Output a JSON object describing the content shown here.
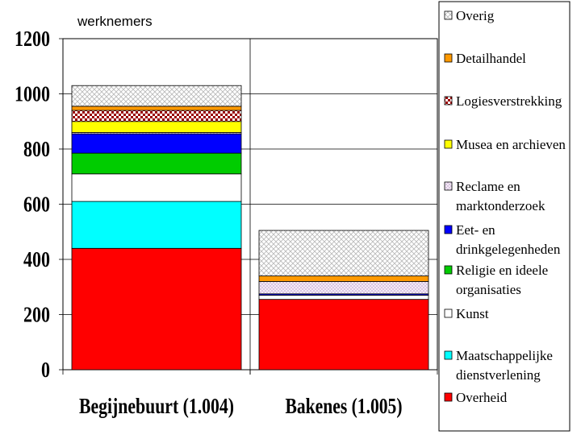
{
  "chart_data": {
    "type": "bar",
    "stacked": true,
    "ylabel": "werknemers",
    "ylim": [
      0,
      1200
    ],
    "yticks": [
      0,
      200,
      400,
      600,
      800,
      1000,
      1200
    ],
    "grid": true,
    "legend_position": "right",
    "categories": [
      "Begijnebuurt (1.004)",
      "Bakenes (1.005)"
    ],
    "series": [
      {
        "name": "Overheid",
        "color": "#ff0000",
        "pattern": "solid",
        "values": [
          440,
          255
        ]
      },
      {
        "name": "Maatschappelijke dienstverlening",
        "color": "#00ffff",
        "pattern": "solid",
        "values": [
          170,
          0
        ]
      },
      {
        "name": "Kunst",
        "color": "#ffffff",
        "pattern": "solid",
        "values": [
          100,
          15
        ]
      },
      {
        "name": "Religie en ideele organisaties",
        "color": "#00cc00",
        "pattern": "solid",
        "values": [
          75,
          0
        ]
      },
      {
        "name": "Eet- en drinkgelegenheden",
        "color": "#0000ff",
        "pattern": "solid",
        "values": [
          70,
          5
        ]
      },
      {
        "name": "Reclame en marktonderzoek",
        "color": "#e6cce6",
        "pattern": "dots",
        "values": [
          5,
          45
        ]
      },
      {
        "name": "Musea en archieven",
        "color": "#ffff00",
        "pattern": "solid",
        "values": [
          40,
          0
        ]
      },
      {
        "name": "Logiesverstrekking",
        "color": "#990000",
        "pattern": "checker",
        "values": [
          40,
          0
        ]
      },
      {
        "name": "Detailhandel",
        "color": "#ff9900",
        "pattern": "solid",
        "values": [
          15,
          20
        ]
      },
      {
        "name": "Overig",
        "color": "#d9d9d9",
        "pattern": "crosshatch",
        "values": [
          75,
          165
        ]
      }
    ]
  }
}
